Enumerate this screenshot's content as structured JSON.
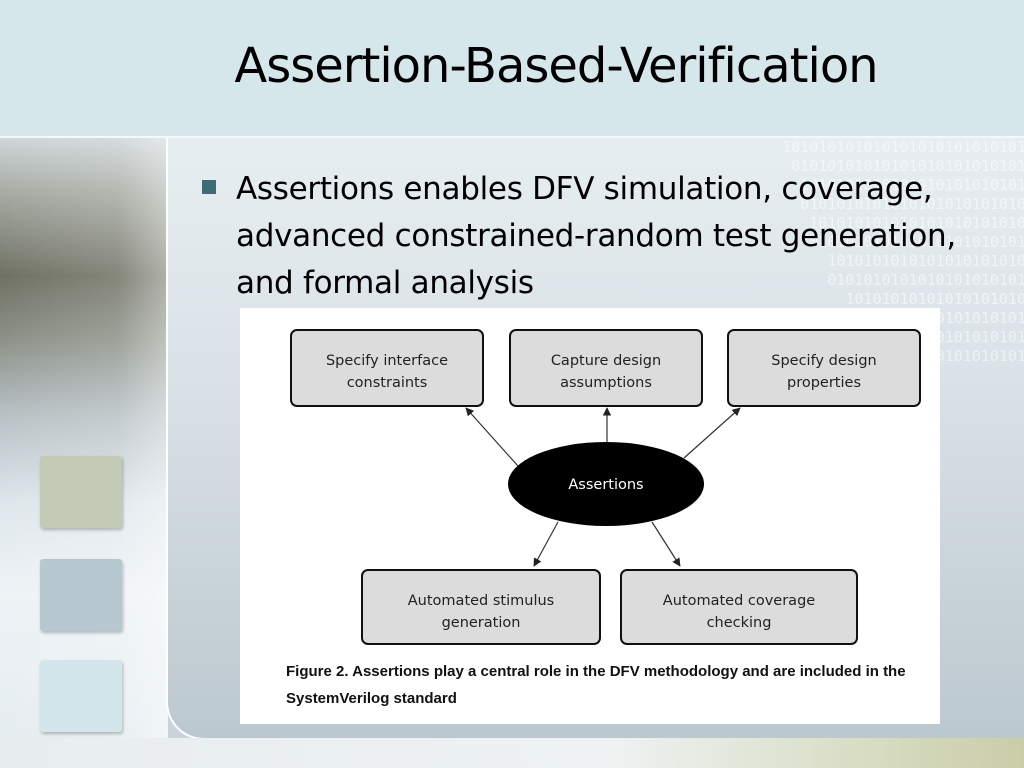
{
  "slide": {
    "title": "Assertion-Based-Verification",
    "bullet": "Assertions enables DFV simulation, coverage, advanced constrained-random test generation, and formal analysis",
    "background_binary": "101010101010101010101010101\n01010101010101010101010101\n1010101010101010101010101\n0101010101010101010101010\n101010101010101010101010\n010101010101010101010101\n1010101010101010101010\n0101010101010101010101\n10101010101010101010\n01010101010101010101\n1010101010101010101\n0101010101010101"
  },
  "figure": {
    "center": "Assertions",
    "top_boxes": [
      {
        "line1": "Specify interface",
        "line2": "constraints"
      },
      {
        "line1": "Capture design",
        "line2": "assumptions"
      },
      {
        "line1": "Specify design",
        "line2": "properties"
      }
    ],
    "bottom_boxes": [
      {
        "line1": "Automated stimulus",
        "line2": "generation"
      },
      {
        "line1": "Automated coverage",
        "line2": "checking"
      }
    ],
    "caption": "Figure 2. Assertions play a central role in the DFV methodology and are included in the SystemVerilog standard"
  },
  "colors": {
    "header_bg": "#d6e7ec",
    "bullet": "#3e6b74",
    "box_fill": "#dcdcdc",
    "ellipse_fill": "#000000"
  }
}
